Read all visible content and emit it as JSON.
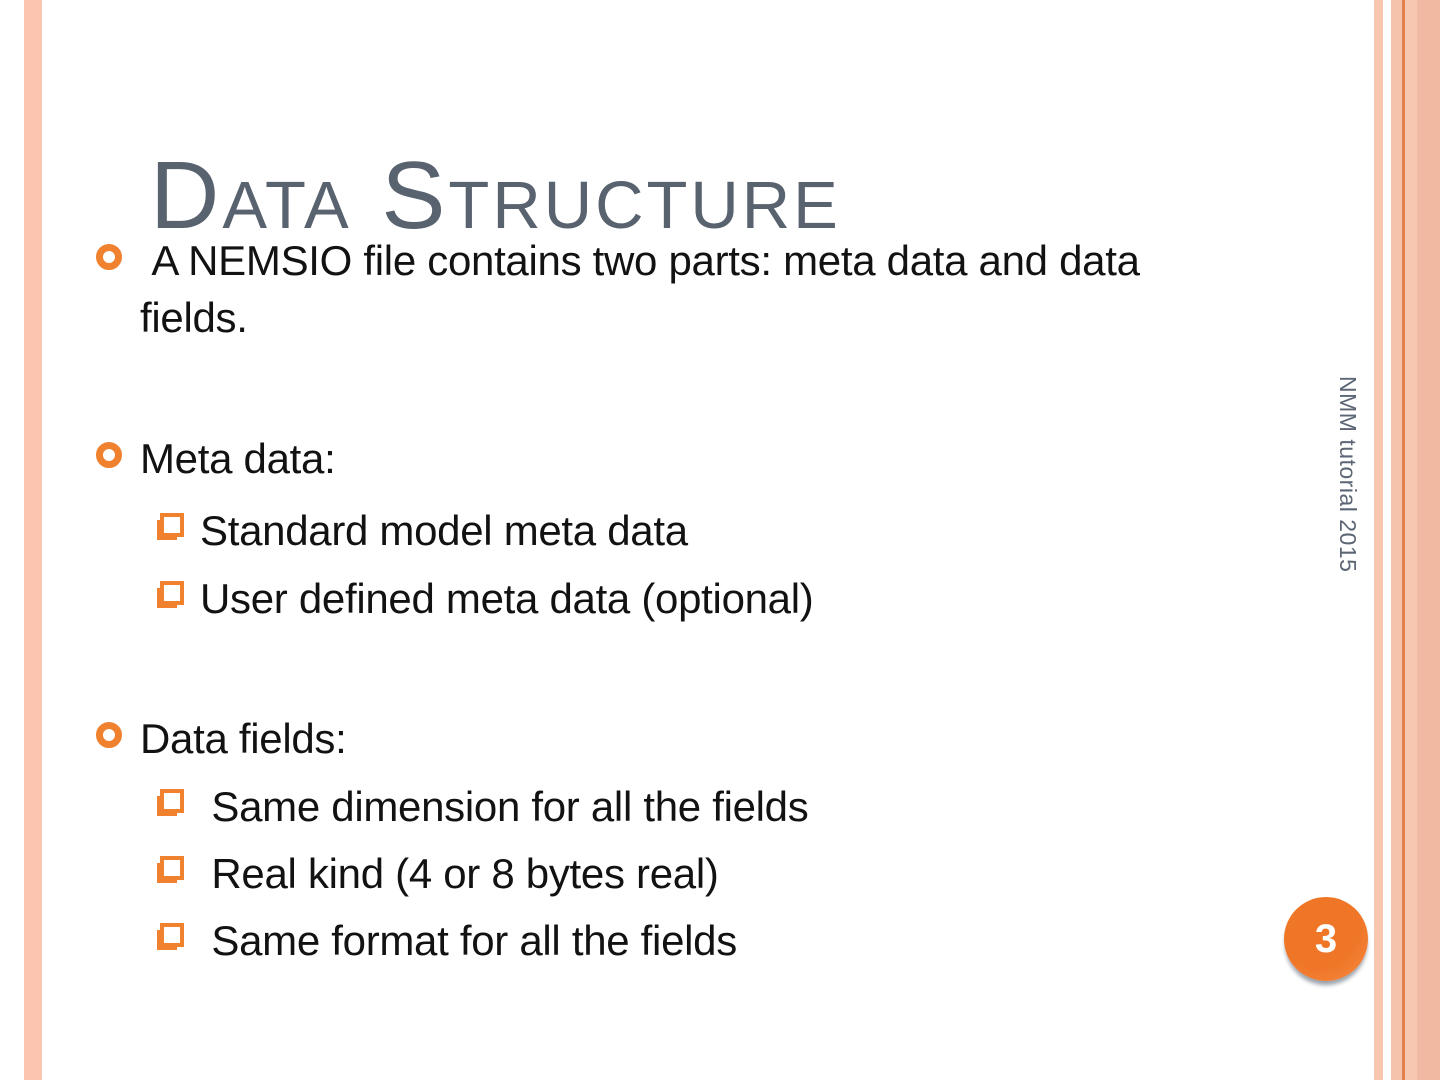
{
  "slide": {
    "title": "Data Structure",
    "body": {
      "para1": " A NEMSIO file contains two parts: meta data and data fields.",
      "meta": {
        "label": "Meta data:",
        "items": [
          "Standard model meta data",
          "User defined meta data (optional)"
        ]
      },
      "fields": {
        "label": "Data fields:",
        "items": [
          " Same dimension for all the fields",
          " Real kind (4 or 8 bytes real)",
          " Same format for all the fields"
        ]
      }
    },
    "sidebar_text": "NMM tutorial 2015",
    "page_number": "3",
    "colors": {
      "accent_orange": "#f0812f",
      "page_circle_orange": "#f1792f",
      "stripe_salmon": "#f5c2ab",
      "stripe_orange_line": "#e0824a",
      "title_gray": "#59626f",
      "body_text": "#121212"
    }
  }
}
